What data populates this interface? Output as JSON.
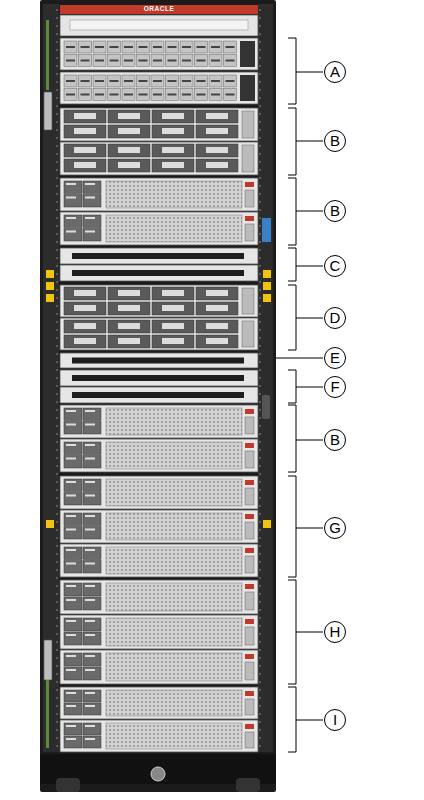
{
  "diagram": {
    "labels": [
      "ORACLE",
      "A",
      "B",
      "B",
      "C",
      "D",
      "E",
      "F",
      "B",
      "G",
      "H",
      "I"
    ]
  }
}
